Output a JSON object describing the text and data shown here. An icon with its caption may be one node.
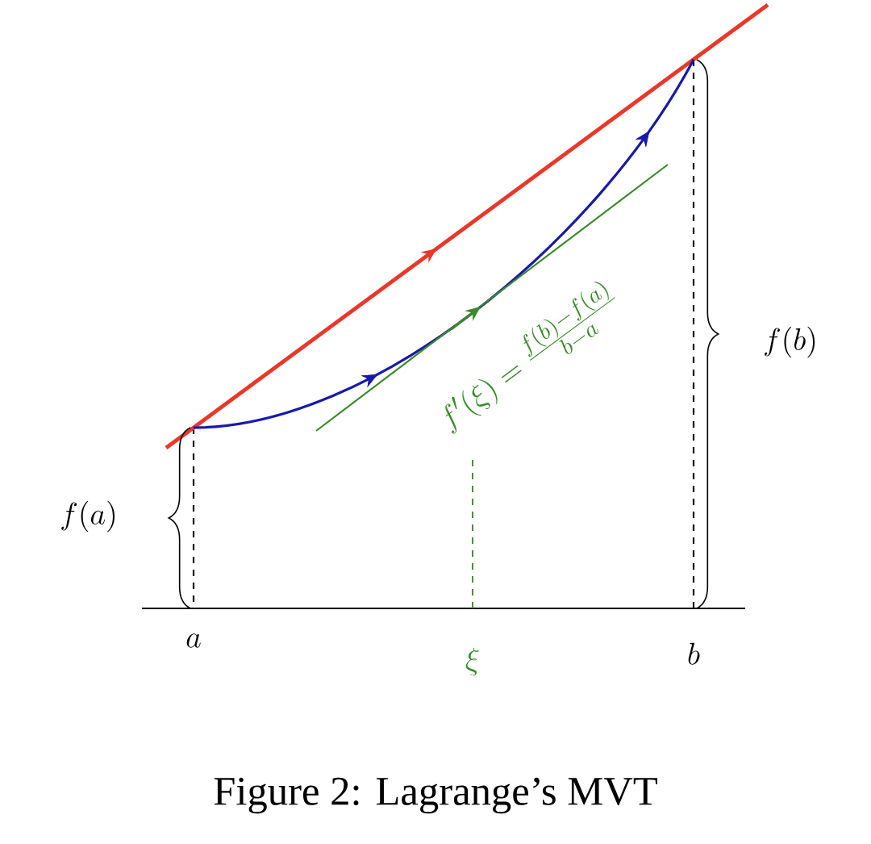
{
  "diagram": {
    "caption": "Figure 2: Lagrange’s MVT",
    "labels": [
      "f(b)",
      "f'(\\xi)=\\frac{f(b)-f(a)}{b-a}",
      "f(a)",
      "a",
      "\\xi",
      "b"
    ]
  }
}
